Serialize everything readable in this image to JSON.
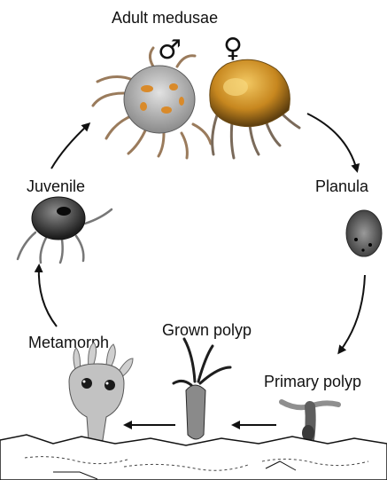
{
  "title": "Adult medusae",
  "symbols": {
    "male": "♂",
    "female": "♀"
  },
  "stages": {
    "planula": "Planula",
    "primary_polyp": "Primary polyp",
    "grown_polyp": "Grown polyp",
    "metamorph": "Metamorph",
    "juvenile": "Juvenile"
  },
  "colors": {
    "male_body": "#bdbdbd",
    "male_gonads": "#d98a2a",
    "female_body": "#d9a23a",
    "female_dark": "#6b4a14",
    "ink": "#111111"
  }
}
